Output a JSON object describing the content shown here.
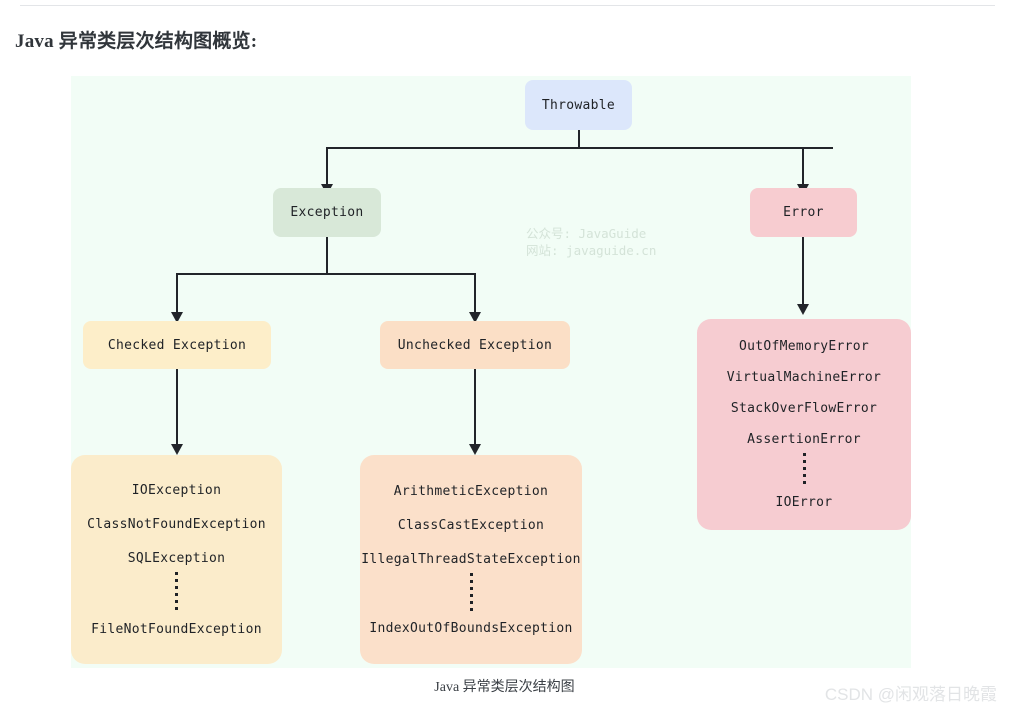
{
  "heading": "Java 异常类层次结构图概览:",
  "figure_caption": "Java 异常类层次结构图",
  "watermark": {
    "brand_line1": "公众号: JavaGuide",
    "brand_line2": "网站: javaguide.cn",
    "csdn": "CSDN @闲观落日晚霞"
  },
  "colors": {
    "canvas_bg": "#f2fdf6",
    "throwable_bg": "#dce7fb",
    "exception_bg": "#d8e8d8",
    "error_bg": "#f7ccd0",
    "checked_bg": "#fdeec9",
    "unchecked_bg": "#fbdfc6",
    "checked_list_bg": "#fbeccb",
    "unchecked_list_bg": "#fbe0ca",
    "error_list_bg": "#f6ccd1",
    "connector": "#22252a",
    "heading_text": "#31363b"
  },
  "diagram": {
    "type": "hierarchy-tree",
    "root": "Throwable",
    "nodes": {
      "throwable": {
        "label": "Throwable"
      },
      "exception": {
        "label": "Exception"
      },
      "error": {
        "label": "Error"
      },
      "checked": {
        "label": "Checked Exception"
      },
      "unchecked": {
        "label": "Unchecked Exception"
      }
    },
    "lists": {
      "checked_items": [
        "IOException",
        "ClassNotFoundException",
        "SQLException",
        "⋮",
        "FileNotFoundException"
      ],
      "unchecked_items": [
        "ArithmeticException",
        "ClassCastException",
        "IllegalThreadStateException",
        "⋮",
        "IndexOutOfBoundsException"
      ],
      "error_items": [
        "OutOfMemoryError",
        "VirtualMachineError",
        "StackOverFlowError",
        "AssertionError",
        "⋮",
        "IOError"
      ]
    },
    "edges": [
      {
        "from": "Throwable",
        "to": "Exception"
      },
      {
        "from": "Throwable",
        "to": "Error"
      },
      {
        "from": "Exception",
        "to": "Checked Exception"
      },
      {
        "from": "Exception",
        "to": "Unchecked Exception"
      },
      {
        "from": "Checked Exception",
        "to": "checked_items"
      },
      {
        "from": "Unchecked Exception",
        "to": "unchecked_items"
      },
      {
        "from": "Error",
        "to": "error_items"
      }
    ]
  }
}
